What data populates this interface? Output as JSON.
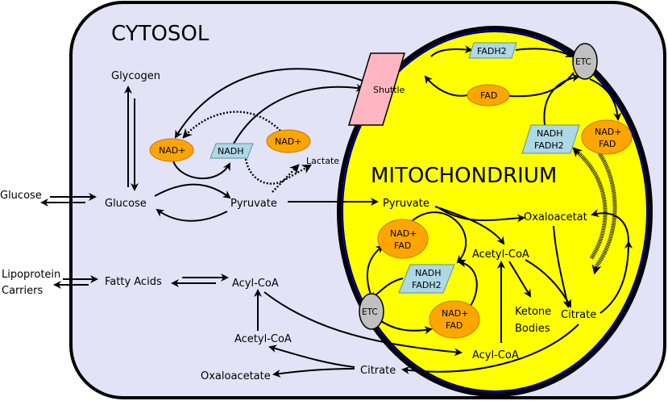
{
  "title": "Cellular metabolism: cytosol and mitochondrion",
  "colors": {
    "cytosol_fill": "#e3e3f7",
    "mitochondrion_fill": "#ffff00",
    "mitochondrion_inner_border": "#0000cc",
    "cofactor_oxidized": "#ffa500",
    "cofactor_reduced": "#add8e6",
    "etc": "#c0c0c0",
    "shuttle": "#ffb6c1"
  },
  "compartments": {
    "cytosol": "CYTOSOL",
    "mitochondrion": "MITOCHONDRIUM"
  },
  "external": {
    "glucose": "Glucose",
    "lipoprotein_line1": "Lipoprotein",
    "lipoprotein_line2": "Carriers"
  },
  "cytosol_nodes": {
    "glycogen": "Glycogen",
    "glucose": "Glucose",
    "pyruvate": "Pyruvate",
    "lactate": "Lactate",
    "fatty_acids": "Fatty Acids",
    "acyl_coa": "Acyl-CoA",
    "acetyl_coa": "Acetyl-CoA",
    "oxaloacetate": "Oxaloacetate",
    "citrate": "Citrate",
    "nad_left": "NAD+",
    "nadh": "NADH",
    "nad_right": "NAD+",
    "shuttle": "Shuttle"
  },
  "mito_nodes": {
    "fadh2_top": "FADH2",
    "fad_top": "FAD",
    "etc_top": "ETC",
    "nadh_fadh2_right_1": "NADH",
    "nadh_fadh2_right_2": "FADH2",
    "nad_fad_right_1": "NAD+",
    "nad_fad_right_2": "FAD",
    "pyruvate": "Pyruvate",
    "oxaloacetate": "Oxaloacetat",
    "acetyl_coa": "Acetyl-CoA",
    "ketone_1": "Ketone",
    "ketone_2": "Bodies",
    "citrate": "Citrate",
    "acyl_coa": "Acyl-CoA",
    "nad_fad_upper_1": "NAD+",
    "nad_fad_upper_2": "FAD",
    "nadh_fadh2_mid_1": "NADH",
    "nadh_fadh2_mid_2": "FADH2",
    "etc_bottom": "ETC",
    "nad_fad_lower_1": "NAD+",
    "nad_fad_lower_2": "FAD"
  }
}
